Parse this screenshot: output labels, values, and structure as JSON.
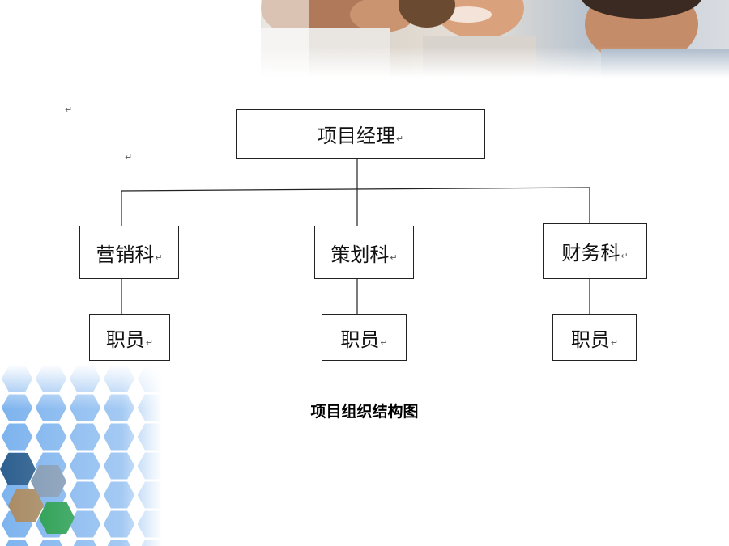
{
  "diagram": {
    "root": {
      "label": "项目经理"
    },
    "departments": [
      {
        "label": "营销科",
        "staff": "职员"
      },
      {
        "label": "策划科",
        "staff": "职员"
      },
      {
        "label": "财务科",
        "staff": "职员"
      }
    ],
    "paragraph_mark": "↵",
    "caption": "项目组织结构图"
  },
  "colors": {
    "line": "#222222",
    "hex_blue": "#6fa8e8",
    "hex_light": "#d8e9fb"
  },
  "icons": {
    "banner": "people-photo-banner",
    "corner": "hexagon-tech-decoration"
  }
}
